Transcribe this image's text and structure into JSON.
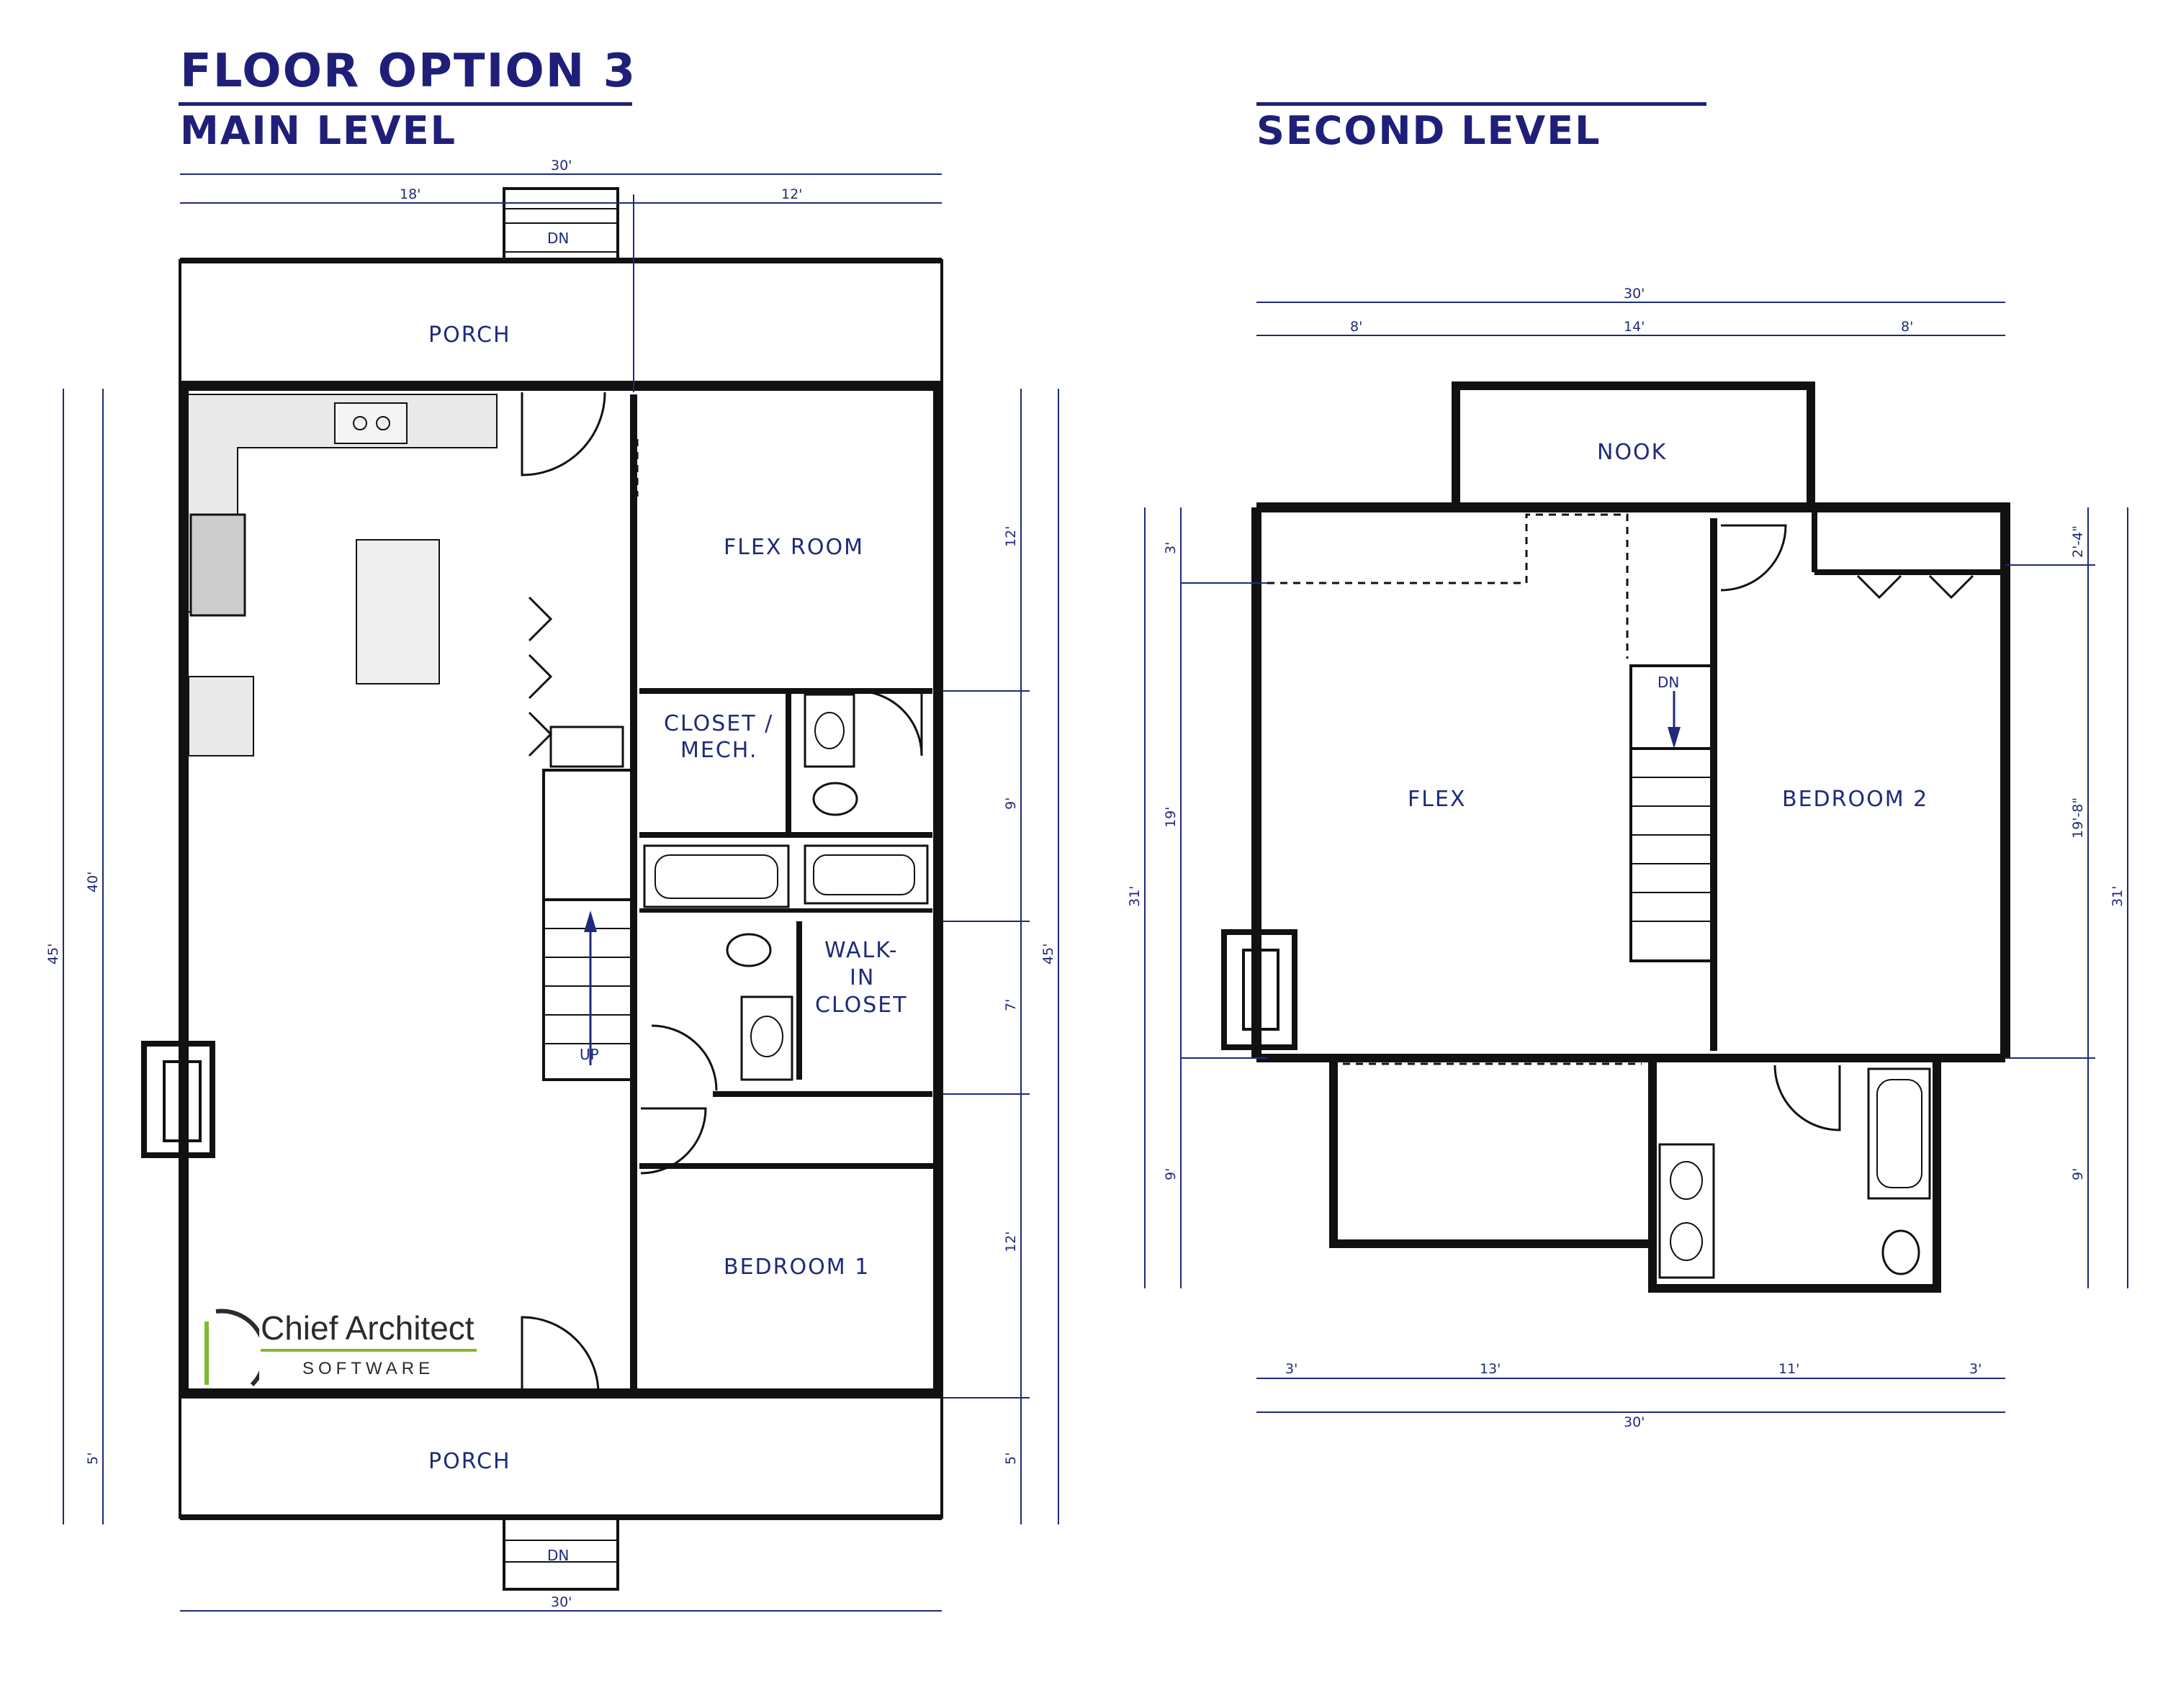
{
  "titles": {
    "title": "FLOOR OPTION 3",
    "main": "MAIN LEVEL",
    "second": "SECOND LEVEL"
  },
  "colors": {
    "ink": "#1f2a7a",
    "wall": "#111111",
    "logo_accent": "#7dbb2e"
  },
  "main_level": {
    "rooms": {
      "porch_top": "PORCH",
      "porch_bottom": "PORCH",
      "flex_room": "FLEX ROOM",
      "closet_mech_1": "CLOSET /",
      "closet_mech_2": "MECH.",
      "walk_in_1": "WALK-",
      "walk_in_2": "IN",
      "walk_in_3": "CLOSET",
      "bedroom1": "BEDROOM 1"
    },
    "stairs": {
      "up": "UP",
      "dn_top": "DN",
      "dn_bottom": "DN"
    },
    "dims": {
      "top_total": "30'",
      "top_left": "18'",
      "top_right": "12'",
      "bottom_total": "30'",
      "left_outer": "45'",
      "left_inner": "40'",
      "left_porch": "5'",
      "right_outer": "45'",
      "right_a": "12'",
      "right_b": "9'",
      "right_c": "7'",
      "right_d": "12'",
      "right_e": "5'"
    }
  },
  "second_level": {
    "rooms": {
      "nook": "NOOK",
      "flex": "FLEX",
      "bedroom2": "BEDROOM 2"
    },
    "stairs": {
      "dn": "DN"
    },
    "dims": {
      "top_total": "30'",
      "top_a": "8'",
      "top_b": "14'",
      "top_c": "8'",
      "bottom_total": "30'",
      "bottom_a": "3'",
      "bottom_b": "13'",
      "bottom_c": "11'",
      "bottom_d": "3'",
      "left_outer": "31'",
      "left_a": "3'",
      "left_b": "19'",
      "left_c": "9'",
      "right_outer": "31'",
      "right_a": "2'-4\"",
      "right_b": "19'-8\"",
      "right_c": "9'"
    }
  },
  "logo": {
    "name": "Chief Architect",
    "sub": "SOFTWARE"
  }
}
